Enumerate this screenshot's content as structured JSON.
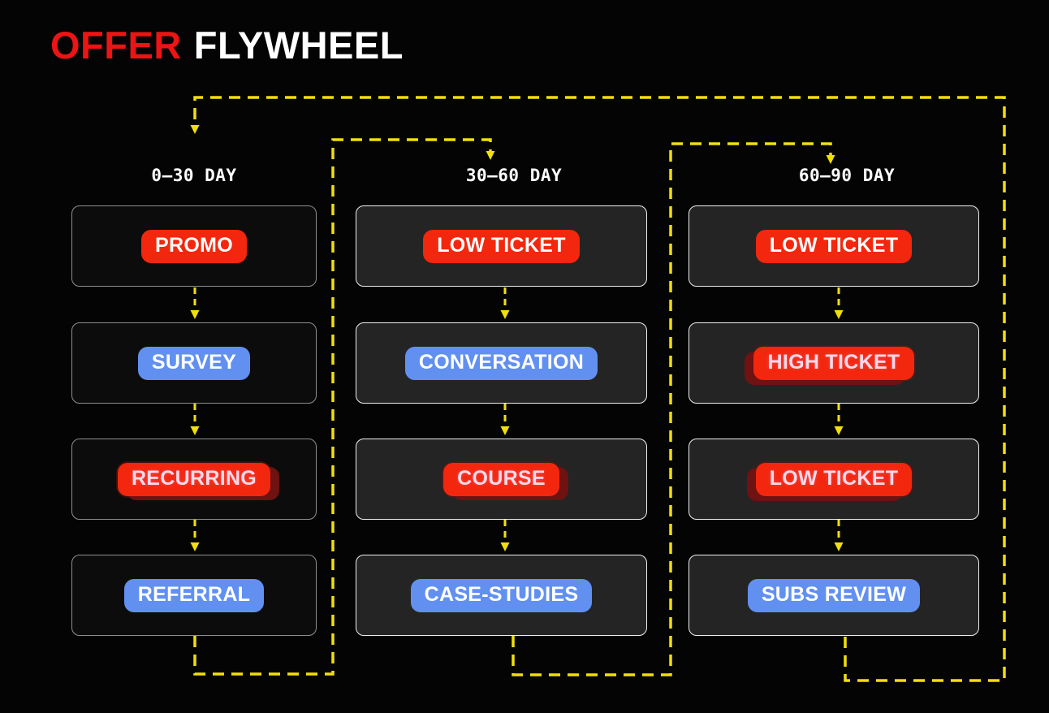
{
  "title": {
    "accent": "OFFER",
    "rest": "FLYWHEEL"
  },
  "colors": {
    "accent_red": "#EC1414",
    "pill_red": "#F2270E",
    "pill_blue": "#6190F0",
    "glitch_shadow": "#6E1212",
    "glitch_text": "#FFD9E9",
    "arrow_yellow": "#F1DF0B",
    "box_border_light": "#EFEFEF",
    "box_border_dim": "#8F8F8F"
  },
  "columns": [
    {
      "header": "0–30 DAY",
      "boxes": [
        {
          "label": "PROMO",
          "style": "red"
        },
        {
          "label": "SURVEY",
          "style": "blue"
        },
        {
          "label": "RECURRING",
          "style": "glitch"
        },
        {
          "label": "REFERRAL",
          "style": "blue"
        }
      ]
    },
    {
      "header": "30–60 DAY",
      "boxes": [
        {
          "label": "LOW TICKET",
          "style": "red"
        },
        {
          "label": "CONVERSATION",
          "style": "blue"
        },
        {
          "label": "COURSE",
          "style": "glitch"
        },
        {
          "label": "CASE-STUDIES",
          "style": "blue"
        }
      ]
    },
    {
      "header": "60–90 DAY",
      "boxes": [
        {
          "label": "LOW TICKET",
          "style": "red"
        },
        {
          "label": "HIGH TICKET",
          "style": "glitch"
        },
        {
          "label": "LOW TICKET",
          "style": "glitch"
        },
        {
          "label": "SUBS REVIEW",
          "style": "blue"
        }
      ]
    }
  ]
}
